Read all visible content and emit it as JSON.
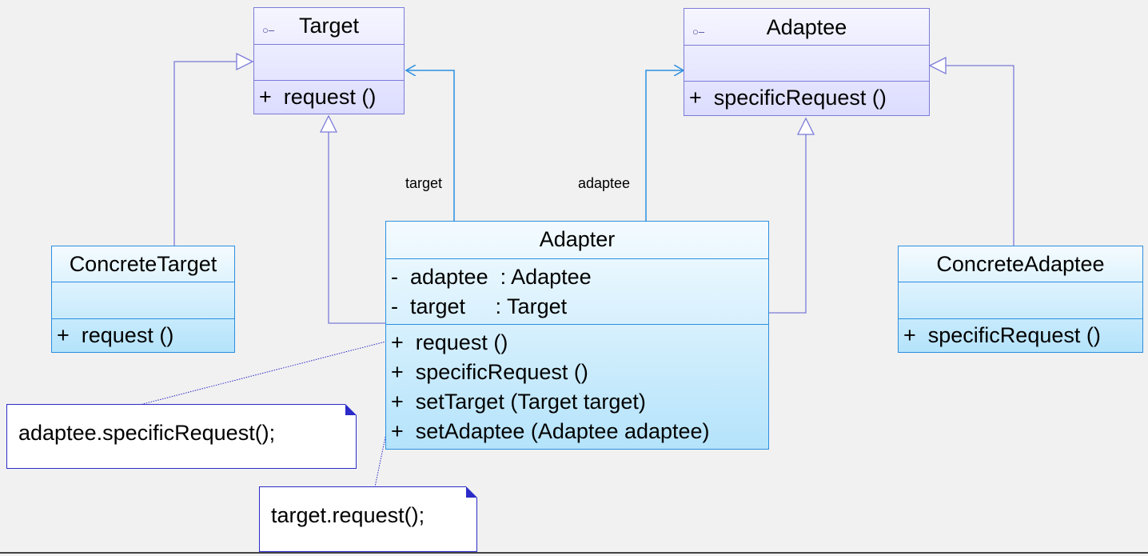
{
  "classes": {
    "target": {
      "stereotype": "○–",
      "name": "Target",
      "ops": [
        "+  request ()"
      ]
    },
    "adaptee": {
      "stereotype": "○–",
      "name": "Adaptee",
      "ops": [
        "+  specificRequest ()"
      ]
    },
    "concrete_target": {
      "name": "ConcreteTarget",
      "ops": [
        "+  request ()"
      ]
    },
    "adapter": {
      "name": "Adapter",
      "attrs": [
        "-  adaptee  : Adaptee",
        "-  target     : Target"
      ],
      "ops": [
        "+  request ()",
        "+  specificRequest ()",
        "+  setTarget (Target target)",
        "+  setAdaptee (Adaptee adaptee)"
      ]
    },
    "concrete_adaptee": {
      "name": "ConcreteAdaptee",
      "ops": [
        "+  specificRequest ()"
      ]
    }
  },
  "association_labels": {
    "target": "target",
    "adaptee": "adaptee"
  },
  "notes": {
    "note1": "adaptee.specificRequest();",
    "note2": "target.request();"
  },
  "colors": {
    "interface_border": "#7b7bd9",
    "class_border": "#2b8fe0",
    "note_border": "#2b2bc9",
    "background": "#f1f1f1"
  }
}
